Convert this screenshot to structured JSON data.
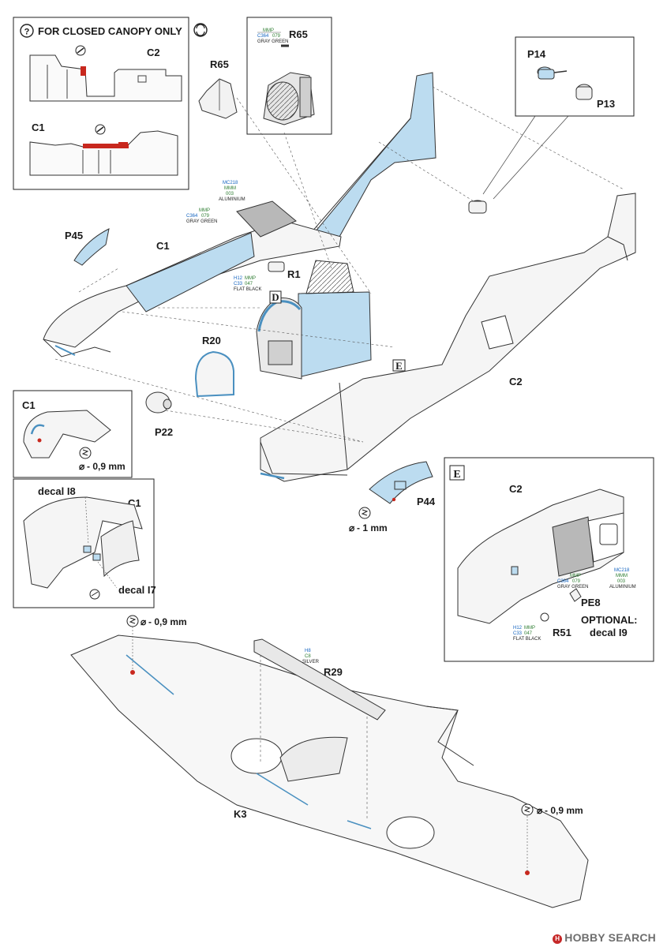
{
  "labels": {
    "closed_canopy_note": "FOR CLOSED CANOPY ONLY",
    "c2_top": "C2",
    "c1_top": "C1",
    "r65_mid": "R65",
    "r65_left": "R65",
    "p14": "P14",
    "p13": "P13",
    "p45": "P45",
    "c1_main": "C1",
    "r1": "R1",
    "d_marker": "D",
    "r20": "R20",
    "e_marker": "E",
    "c2_main": "C2",
    "c1_detail": "C1",
    "p22": "P22",
    "drill_09_a": "- 0,9 mm",
    "drill_1": "- 1 mm",
    "p44": "P44",
    "decal_i8": "decal I8",
    "c1_decal": "C1",
    "decal_i7": "decal I7",
    "e_box": "E",
    "c2_box": "C2",
    "pe8": "PE8",
    "optional": "OPTIONAL:",
    "decal_i9": "decal I9",
    "r51": "R51",
    "drill_09_b": "- 0,9 mm",
    "r29": "R29",
    "k3": "K3",
    "drill_09_c": "- 0,9 mm",
    "diameter": "⌀"
  },
  "paint_tags": {
    "gray_green": {
      "brands": [
        "MMP",
        "C364",
        "079"
      ],
      "name": "GRAY GREEN"
    },
    "aluminium": {
      "brands": [
        "MC218",
        "MMM",
        "003"
      ],
      "name": "ALUMINIUM"
    },
    "flat_black": {
      "brands": [
        "H12",
        "MMP",
        "C33",
        "047"
      ],
      "name": "FLAT BLACK"
    },
    "silver": {
      "brands": [
        "H8",
        "C8"
      ],
      "name": "SILVER"
    }
  },
  "watermark": {
    "logo": "H",
    "text": "HOBBY SEARCH"
  },
  "colors": {
    "part_blue": "#bcdcf0",
    "marker_red": "#c8281e",
    "line": "#2a2a2a",
    "gray_fill": "#b8b8b8"
  }
}
